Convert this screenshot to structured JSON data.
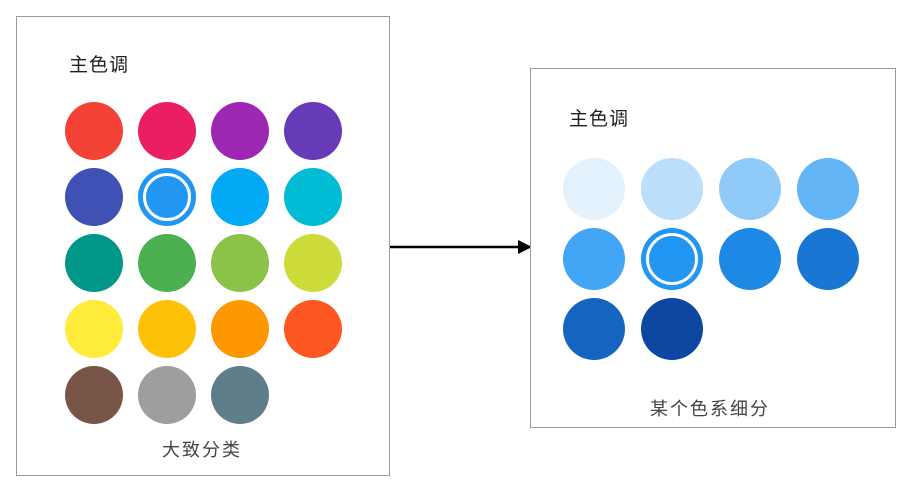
{
  "main_panel": {
    "title": "主色调",
    "caption": "大致分类",
    "swatches": [
      {
        "color": "#F44336",
        "selected": false
      },
      {
        "color": "#E91E63",
        "selected": false
      },
      {
        "color": "#9C27B0",
        "selected": false
      },
      {
        "color": "#673AB7",
        "selected": false
      },
      {
        "color": "#3F51B5",
        "selected": false
      },
      {
        "color": "#2196F3",
        "selected": true
      },
      {
        "color": "#03A9F4",
        "selected": false
      },
      {
        "color": "#00BCD4",
        "selected": false
      },
      {
        "color": "#009688",
        "selected": false
      },
      {
        "color": "#4CAF50",
        "selected": false
      },
      {
        "color": "#8BC34A",
        "selected": false
      },
      {
        "color": "#CDDC39",
        "selected": false
      },
      {
        "color": "#FFEB3B",
        "selected": false
      },
      {
        "color": "#FFC107",
        "selected": false
      },
      {
        "color": "#FF9800",
        "selected": false
      },
      {
        "color": "#FF5722",
        "selected": false
      },
      {
        "color": "#795548",
        "selected": false
      },
      {
        "color": "#9E9E9E",
        "selected": false
      },
      {
        "color": "#607D8B",
        "selected": false
      }
    ]
  },
  "sub_panel": {
    "title": "主色调",
    "caption": "某个色系细分",
    "swatches": [
      {
        "color": "#E3F2FD",
        "selected": false
      },
      {
        "color": "#BBDEFB",
        "selected": false
      },
      {
        "color": "#90CAF9",
        "selected": false
      },
      {
        "color": "#64B5F6",
        "selected": false
      },
      {
        "color": "#42A5F5",
        "selected": false
      },
      {
        "color": "#2196F3",
        "selected": true
      },
      {
        "color": "#1E88E5",
        "selected": false
      },
      {
        "color": "#1976D2",
        "selected": false
      },
      {
        "color": "#1565C0",
        "selected": false
      },
      {
        "color": "#0D47A1",
        "selected": false
      }
    ]
  },
  "arrow_color": "#000000"
}
